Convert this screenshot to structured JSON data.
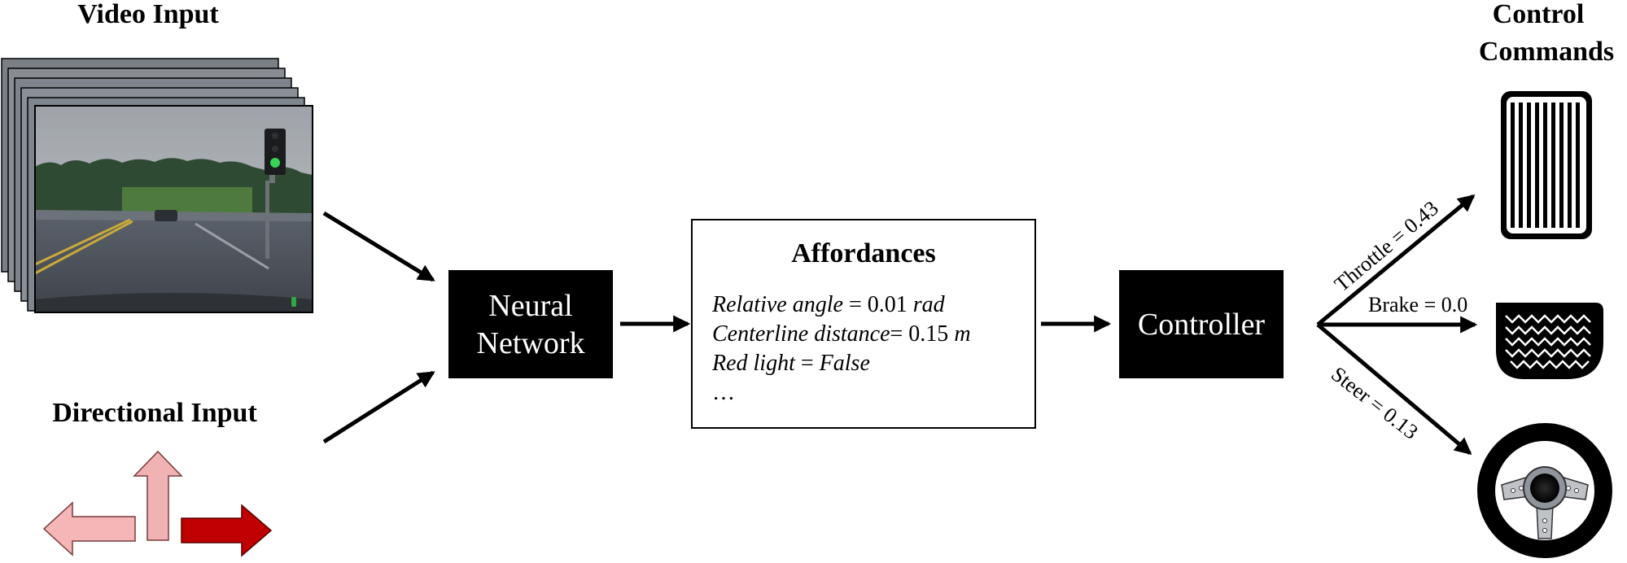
{
  "video_input": {
    "title": "Video Input"
  },
  "directional_input": {
    "title": "Directional Input"
  },
  "neural_network": {
    "line1": "Neural",
    "line2": "Network"
  },
  "affordances": {
    "title": "Affordances",
    "rows": [
      {
        "key": "Relative angle",
        "eq": " = 0.01 ",
        "unit": "rad"
      },
      {
        "key": "Centerline distance",
        "eq": "= 0.15 ",
        "unit": "m"
      },
      {
        "key": "Red light",
        "eq": " = ",
        "unit": "False"
      }
    ],
    "ellipsis": "…"
  },
  "controller": {
    "label": "Controller"
  },
  "control_commands": {
    "line1": "Control",
    "line2": "Commands"
  },
  "outputs": {
    "throttle": "Throttle = 0.43",
    "brake": "Brake = 0.0",
    "steer": "Steer = 0.13"
  },
  "colors": {
    "left_arrow_fill": "#f4b6b6",
    "up_arrow_fill": "#f0b2b2",
    "right_arrow_fill": "#c00000",
    "traffic_light_green": "#39d353",
    "road": "#4a4f57",
    "sky": "#a9aeb4"
  }
}
